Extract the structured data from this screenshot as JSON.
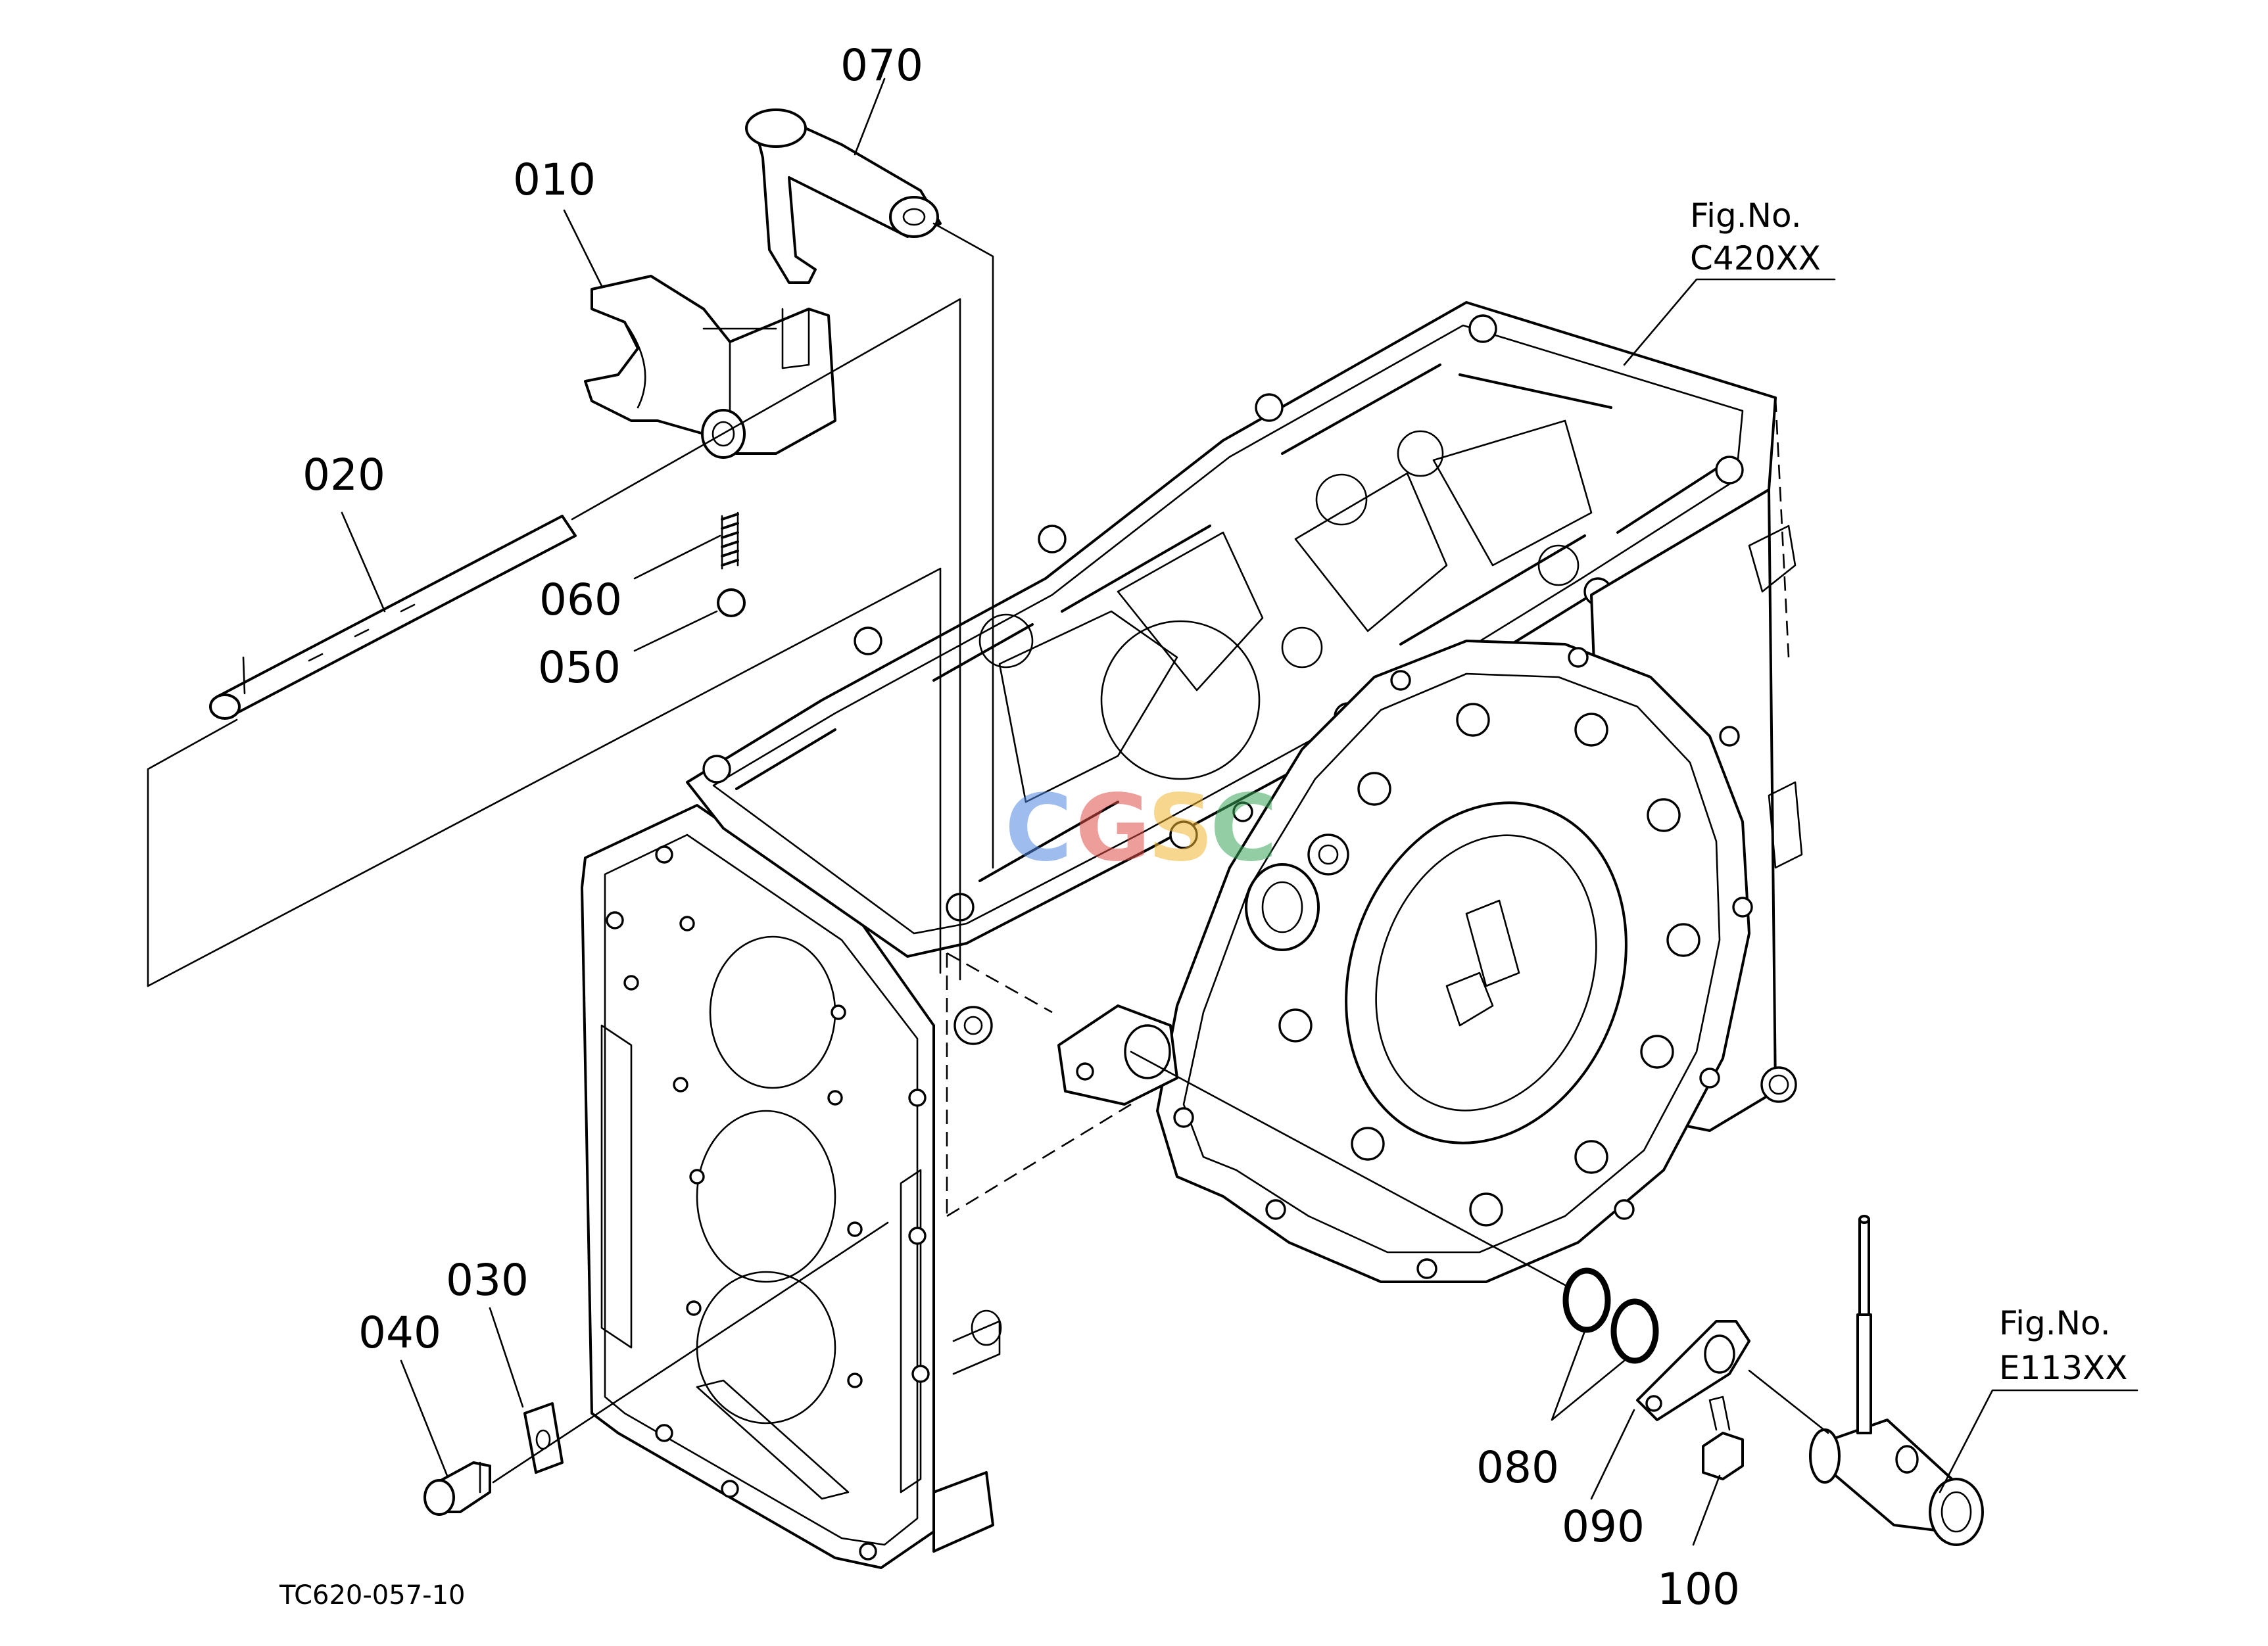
{
  "parts": [
    {
      "id": "010",
      "label": "010"
    },
    {
      "id": "020",
      "label": "020"
    },
    {
      "id": "030",
      "label": "030"
    },
    {
      "id": "040",
      "label": "040"
    },
    {
      "id": "050",
      "label": "050"
    },
    {
      "id": "060",
      "label": "060"
    },
    {
      "id": "070",
      "label": "070"
    },
    {
      "id": "080",
      "label": "080"
    },
    {
      "id": "090",
      "label": "090"
    },
    {
      "id": "100",
      "label": "100"
    }
  ],
  "references": [
    {
      "title": "Fig.No.",
      "code": "C420XX"
    },
    {
      "title": "Fig.No.",
      "code": "E113XX"
    }
  ],
  "drawing_code": "TC620-057-10",
  "watermark": {
    "letters": [
      "C",
      "G",
      "S",
      "C"
    ],
    "colors": [
      "#4f86e0",
      "#e0504a",
      "#f2b533",
      "#3aa55a"
    ]
  }
}
